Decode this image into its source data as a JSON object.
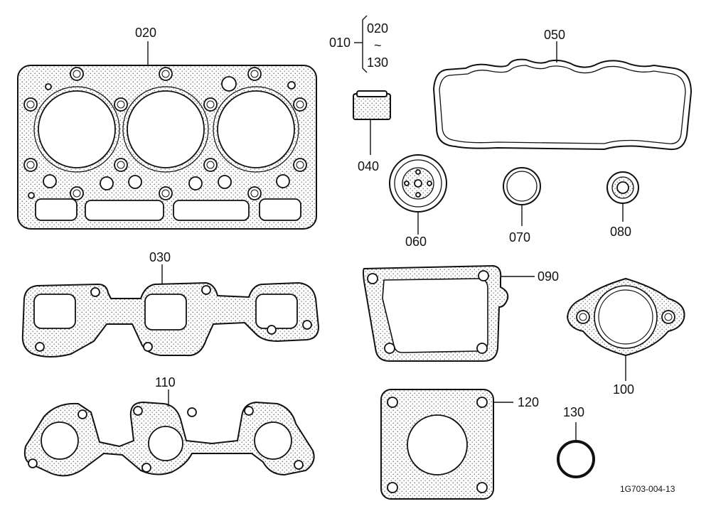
{
  "labels": {
    "p010": "010",
    "p020": "020",
    "p030": "030",
    "p040": "040",
    "p050": "050",
    "p060": "060",
    "p070": "070",
    "p080": "080",
    "p090": "090",
    "p100": "100",
    "p110": "110",
    "p120": "120",
    "p130": "130"
  },
  "range": {
    "from": "020",
    "tilde": "~",
    "to": "130"
  },
  "reference": "1G703-004-13"
}
